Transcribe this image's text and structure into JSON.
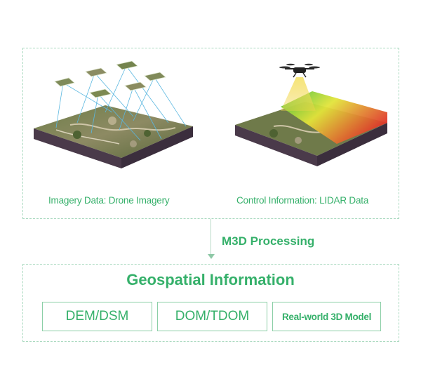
{
  "captions": {
    "imagery": "Imagery Data: Drone Imagery",
    "control": "Control Information: LIDAR Data"
  },
  "process": {
    "label": "M3D Processing"
  },
  "output": {
    "title": "Geospatial Information",
    "products": [
      "DEM/DSM",
      "DOM/TDOM",
      "Real-world 3D Model"
    ]
  },
  "colors": {
    "accent": "#35b06a",
    "dashed_border": "#a9d9bf",
    "ray_lines": "#5ab7e0",
    "lidar_cone": "#f2d34a"
  },
  "icons": {
    "drone": "drone-icon",
    "terrain_imagery": "terrain-block-imagery",
    "terrain_lidar": "terrain-block-lidar"
  }
}
